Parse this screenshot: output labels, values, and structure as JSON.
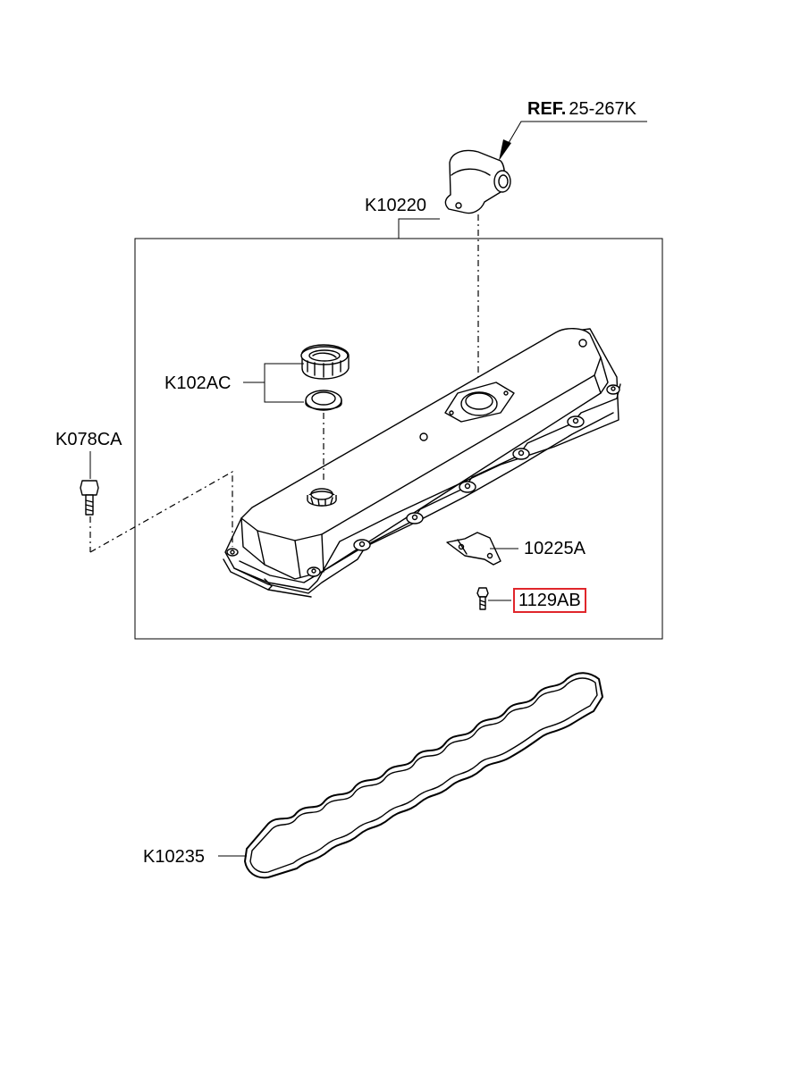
{
  "labels": {
    "ref_prefix": "REF.",
    "ref_code": "25-267K",
    "assembly": "K10220",
    "cap_and_seal": "K102AC",
    "stud_bolt": "K078CA",
    "bracket": "10225A",
    "bolt_highlighted": "1129AB",
    "gasket": "K10235"
  },
  "colors": {
    "highlight_border": "#e0262b",
    "line": "#000000",
    "background": "#ffffff"
  }
}
